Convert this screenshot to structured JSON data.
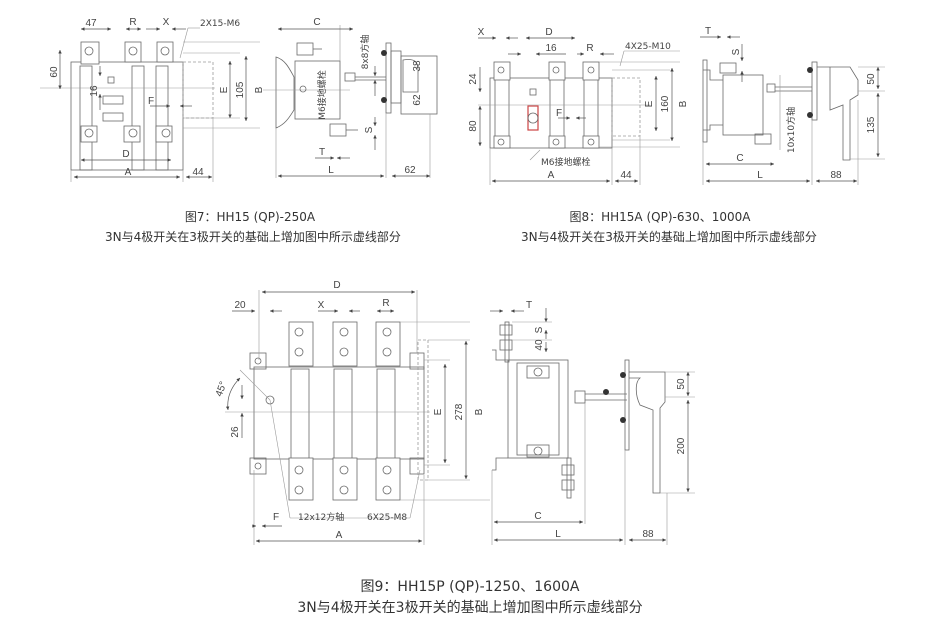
{
  "figures": [
    {
      "id": "fig7",
      "caption": "图7：HH15 (QP)-250A",
      "note": "3N与4极开关在3极开关的基础上增加图中所示虚线部分",
      "front_labels": {
        "w47": "47",
        "R": "R",
        "X": "X",
        "bolt": "2X15-M6",
        "h60": "60",
        "h16": "16",
        "F": "F",
        "E": "E",
        "h105": "105",
        "B": "B",
        "D": "D",
        "A": "A",
        "w44": "44"
      },
      "side_labels": {
        "C": "C",
        "shaft": "8x8方轴",
        "ground": "M6接地螺栓",
        "h38": "38",
        "h62": "62",
        "S": "S",
        "T": "T",
        "L": "L",
        "w62": "62"
      }
    },
    {
      "id": "fig8",
      "caption": "图8：HH15A (QP)-630、1000A",
      "note": "3N与4极开关在3极开关的基础上增加图中所示虚线部分",
      "front_labels": {
        "X": "X",
        "D": "D",
        "w16": "16",
        "R": "R",
        "bolt": "4X25-M10",
        "h24": "24",
        "h80": "80",
        "F": "F",
        "E": "E",
        "h160": "160",
        "B": "B",
        "ground": "M6接地螺栓",
        "A": "A",
        "w44": "44"
      },
      "side_labels": {
        "T": "T",
        "S": "S",
        "shaft": "10x10方轴",
        "h50": "50",
        "h135": "135",
        "C": "C",
        "L": "L",
        "w88": "88"
      }
    },
    {
      "id": "fig9",
      "caption": "图9：HH15P (QP)-1250、1600A",
      "note": "3N与4极开关在3极开关的基础上增加图中所示虚线部分",
      "front_labels": {
        "D": "D",
        "w20": "20",
        "X": "X",
        "R": "R",
        "angle": "45°",
        "h26": "26",
        "E": "E",
        "h278": "278",
        "B": "B",
        "F": "F",
        "shaft": "12x12方轴",
        "bolt": "6X25-M8",
        "A": "A"
      },
      "side_labels": {
        "T": "T",
        "S": "S",
        "h40": "40",
        "h50": "50",
        "h200": "200",
        "C": "C",
        "L": "L",
        "w88": "88"
      }
    }
  ]
}
